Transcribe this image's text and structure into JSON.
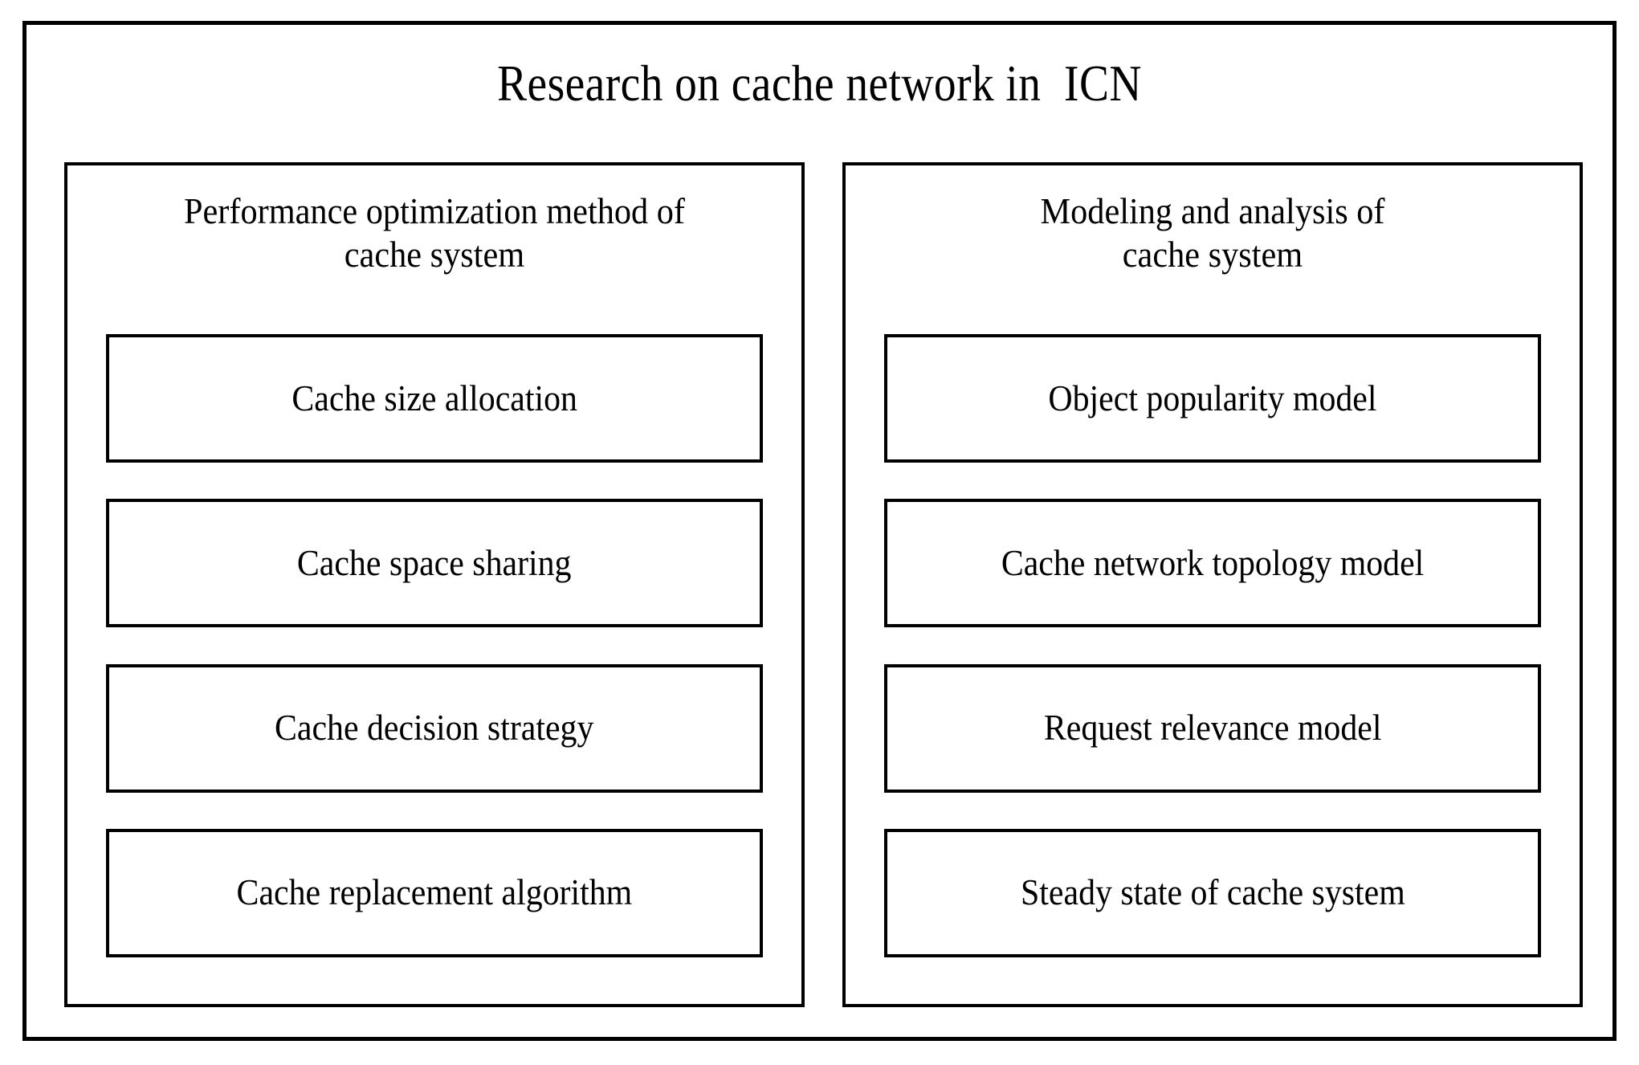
{
  "diagram": {
    "title": "Research on cache network in  ICN",
    "type": "hierarchy",
    "columns": [
      {
        "id": "performance-optimization",
        "header_lines": [
          "Performance optimization method of",
          "cache system"
        ],
        "items": [
          "Cache size allocation",
          "Cache space sharing",
          "Cache decision strategy",
          "Cache replacement algorithm"
        ]
      },
      {
        "id": "modeling-analysis",
        "header_lines": [
          "Modeling and analysis of",
          "cache system"
        ],
        "items": [
          "Object popularity model",
          "Cache network topology model",
          "Request relevance model",
          "Steady state of cache system"
        ]
      }
    ],
    "colors": {
      "border": "#000000",
      "background": "#ffffff",
      "text": "#000000"
    }
  }
}
